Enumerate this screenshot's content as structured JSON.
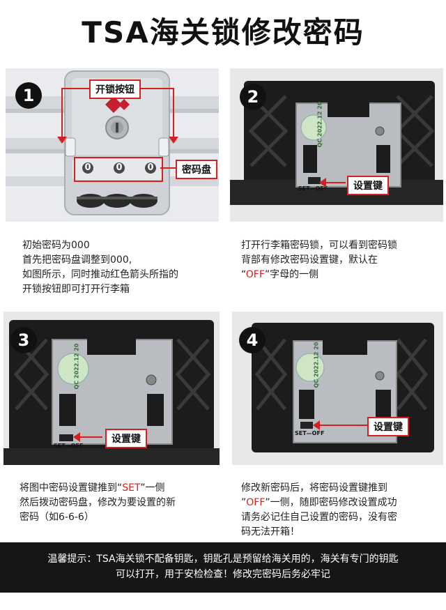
{
  "title": "TSA海关锁修改密码",
  "steps": [
    {
      "number": "1",
      "callouts": {
        "button": "开锁按钮",
        "dial": "密码盘"
      },
      "dials": [
        "0",
        "0",
        "0"
      ],
      "lines": [
        "初始密码为000",
        "首先把密码盘调整到000,",
        "如图所示，同时推动红色箭头所指的",
        "开锁按钮即可打开行李箱"
      ]
    },
    {
      "number": "2",
      "callouts": {
        "key": "设置键"
      },
      "sticker": "QC 2022.12 20",
      "switch_label": "SET—OFF",
      "lines": {
        "l1": "打开行李箱密码锁，可以看到密码锁",
        "l2": "背部有修改密码设置键，默认在",
        "l3_pre": "“",
        "l3_red": "OFF",
        "l3_post": "”字母的一侧"
      }
    },
    {
      "number": "3",
      "callouts": {
        "key": "设置键"
      },
      "sticker": "QC 2022.12 20",
      "switch_label": "SET—OFF",
      "lines": {
        "l1_pre": "将图中密码设置键推到“",
        "l1_red": "SET",
        "l1_post": "”一侧",
        "l2": "然后拨动密码盘，修改为要设置的新",
        "l3": "密码（如6-6-6）"
      }
    },
    {
      "number": "4",
      "callouts": {
        "key": "设置键"
      },
      "sticker": "QC 2022.12 20",
      "switch_label": "SET—OFF",
      "lines": {
        "l1": "修改新密码后，将密码设置键推到",
        "l2_pre": "”",
        "l2_red": "OFF",
        "l2_post": "”一侧，随即密码修改设置成功",
        "l3": "请务必记住自己设置的密码，没有密",
        "l4": "码无法开箱！"
      }
    }
  ],
  "tip": {
    "line1": "温馨提示：TSA海关锁不配备钥匙，钥匙孔是预留给海关用的，海关有专门的钥匙",
    "line2": "可以打开，用于安检检查！修改完密码后务必牢记"
  },
  "colors": {
    "accent_red": "#d42020",
    "banner_bg": "#161616",
    "lock_black": "#1c1c1c",
    "plate_metal": "#b9bdc2"
  }
}
